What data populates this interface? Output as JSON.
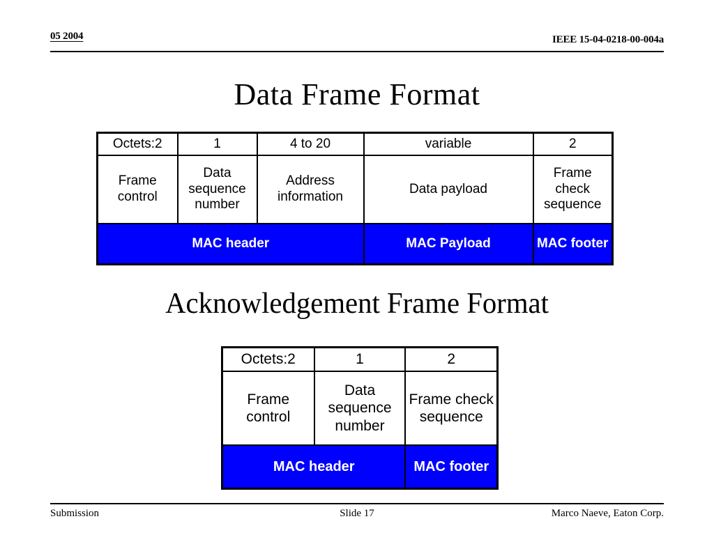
{
  "header": {
    "date": "05 2004",
    "doc_id": "IEEE 15-04-0218-00-004a"
  },
  "titles": {
    "data_frame": "Data Frame Format",
    "ack_frame": "Acknowledgement Frame Format"
  },
  "colors": {
    "mac_row_background": "#0000FF",
    "mac_row_text": "#FFFFFF",
    "border": "#000000",
    "page_background": "#FFFFFF"
  },
  "data_frame_table": {
    "octets_row": [
      "Octets:2",
      "1",
      "4 to 20",
      "variable",
      "2"
    ],
    "fields_row": [
      "Frame control",
      "Data sequence number",
      "Address information",
      "Data payload",
      "Frame check sequence"
    ],
    "mac_row": [
      {
        "label": "MAC header",
        "colspan": 3
      },
      {
        "label": "MAC Payload",
        "colspan": 1
      },
      {
        "label": "MAC footer",
        "colspan": 1
      }
    ]
  },
  "ack_frame_table": {
    "octets_row": [
      "Octets:2",
      "1",
      "2"
    ],
    "fields_row": [
      "Frame control",
      "Data sequence number",
      "Frame check sequence"
    ],
    "mac_row": [
      {
        "label": "MAC header",
        "colspan": 2
      },
      {
        "label": "MAC footer",
        "colspan": 1
      }
    ]
  },
  "footer": {
    "left": "Submission",
    "center": "Slide 17",
    "right": "Marco Naeve, Eaton Corp."
  }
}
